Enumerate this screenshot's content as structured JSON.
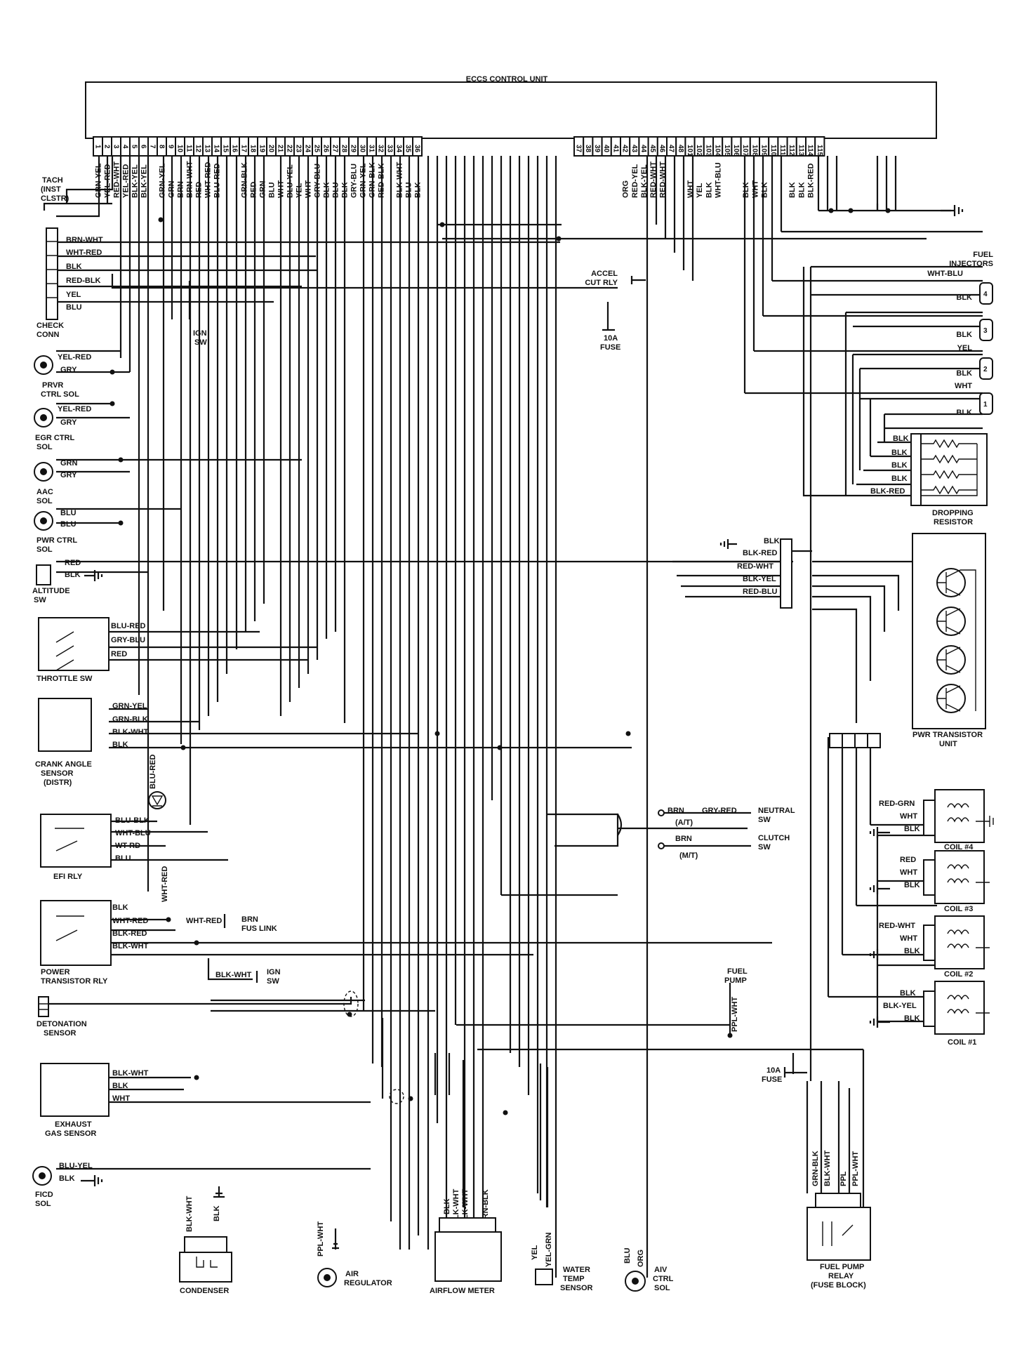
{
  "title": "ECCS CONTROL UNIT",
  "pins_left": [
    "1",
    "2",
    "3",
    "4",
    "5",
    "6",
    "7",
    "8",
    "9",
    "10",
    "11",
    "12",
    "13",
    "14",
    "15",
    "16",
    "17",
    "18",
    "19",
    "20",
    "21",
    "22",
    "23",
    "24",
    "25",
    "26",
    "27",
    "28",
    "29",
    "30",
    "31",
    "32",
    "33",
    "34",
    "35",
    "36"
  ],
  "pins_right": [
    "37",
    "38",
    "39",
    "40",
    "41",
    "42",
    "43",
    "44",
    "45",
    "46",
    "47",
    "48",
    "101",
    "102",
    "103",
    "104",
    "105",
    "106",
    "107",
    "108",
    "109",
    "110",
    "111",
    "112",
    "113",
    "114",
    "115"
  ],
  "wires_top": [
    {
      "pin": "1",
      "label": "GRN-YEL"
    },
    {
      "pin": "2",
      "label": "YEL-RED"
    },
    {
      "pin": "3",
      "label": "RED-WHT"
    },
    {
      "pin": "4",
      "label": "YEL-RED"
    },
    {
      "pin": "5",
      "label": "BLK-YEL"
    },
    {
      "pin": "6",
      "label": "BLK-YEL"
    },
    {
      "pin": "8",
      "label": "GRN-YEL"
    },
    {
      "pin": "9",
      "label": "GRN"
    },
    {
      "pin": "10",
      "label": "BRN"
    },
    {
      "pin": "11",
      "label": "BRN-WHT"
    },
    {
      "pin": "12",
      "label": "RED"
    },
    {
      "pin": "13",
      "label": "WHT-RED"
    },
    {
      "pin": "14",
      "label": "BLU-RED"
    },
    {
      "pin": "17",
      "label": "GRN-BLK"
    },
    {
      "pin": "18",
      "label": "RED"
    },
    {
      "pin": "19",
      "label": "GRN"
    },
    {
      "pin": "20",
      "label": "BLU"
    },
    {
      "pin": "21",
      "label": "WHT"
    },
    {
      "pin": "22",
      "label": "BLU-YEL"
    },
    {
      "pin": "23",
      "label": "YEL"
    },
    {
      "pin": "24",
      "label": "WHT"
    },
    {
      "pin": "25",
      "label": "GRY-BLU"
    },
    {
      "pin": "26",
      "label": "BLK"
    },
    {
      "pin": "27",
      "label": "BLU"
    },
    {
      "pin": "28",
      "label": "BLK"
    },
    {
      "pin": "29",
      "label": "GRY-BLU"
    },
    {
      "pin": "30",
      "label": "GRN-YEL"
    },
    {
      "pin": "31",
      "label": "GRN-BLK"
    },
    {
      "pin": "32",
      "label": "RED-BLK"
    },
    {
      "pin": "34",
      "label": "BLK-WHT"
    },
    {
      "pin": "35",
      "label": "BLU"
    },
    {
      "pin": "36",
      "label": "BLK"
    },
    {
      "pin": "42",
      "label": "ORG"
    },
    {
      "pin": "43",
      "label": "RED-YEL"
    },
    {
      "pin": "44",
      "label": "BLK-YEL"
    },
    {
      "pin": "45",
      "label": "RED-WHT"
    },
    {
      "pin": "46",
      "label": "RED-WHT"
    },
    {
      "pin": "101",
      "label": "WHT"
    },
    {
      "pin": "102",
      "label": "YEL"
    },
    {
      "pin": "103",
      "label": "BLK"
    },
    {
      "pin": "104",
      "label": "WHT-BLU"
    },
    {
      "pin": "107",
      "label": "BLK"
    },
    {
      "pin": "108",
      "label": "WHT"
    },
    {
      "pin": "109",
      "label": "BLK"
    },
    {
      "pin": "112",
      "label": "BLK"
    },
    {
      "pin": "113",
      "label": "BLK"
    },
    {
      "pin": "114",
      "label": "BLK-RED"
    }
  ],
  "components": {
    "tach": "TACH\n(INST\nCLSTR)",
    "check_conn": "CHECK\nCONN",
    "ign_sw_top": "IGN\nSW",
    "accel_cut_rly": "ACCEL\nCUT RLY",
    "fuse_top": "10A\nFUSE",
    "prvr_ctrl_sol": "PRVR\nCTRL SOL",
    "egr_ctrl_sol": "EGR CTRL\nSOL",
    "aac_sol": "AAC\nSOL",
    "pwr_ctrl_sol": "PWR CTRL\nSOL",
    "altitude_sw": "ALTITUDE\nSW",
    "throttle_sw": "THROTTLE SW",
    "crank_angle_sensor": "CRANK ANGLE\nSENSOR\n(DISTR)",
    "efi_rly": "EFI RLY",
    "power_transistor_rly": "POWER\nTRANSISTOR RLY",
    "fus_link": "BRN\nFUS LINK",
    "ign_sw_bottom": "IGN\nSW",
    "detonation_sensor": "DETONATION\nSENSOR",
    "exhaust_gas_sensor": "EXHAUST\nGAS SENSOR",
    "ficd_sol": "FICD\nSOL",
    "condenser": "CONDENSER",
    "air_regulator": "AIR\nREGULATOR",
    "airflow_meter": "AIRFLOW METER",
    "water_temp_sensor": "WATER\nTEMP\nSENSOR",
    "aiv_ctrl_sol": "AIV\nCTRL\nSOL",
    "fuel_pump_relay": "FUEL PUMP\nRELAY\n(FUSE BLOCK)",
    "fuel_pump": "FUEL\nPUMP",
    "fuse_bottom": "10A\nFUSE",
    "neutral_sw": "NEUTRAL\nSW",
    "clutch_sw": "CLUTCH\nSW",
    "at": "(A/T)",
    "mt": "(M/T)",
    "fuel_injectors": "FUEL\nINJECTORS",
    "dropping_resistor": "DROPPING\nRESISTOR",
    "pwr_transistor_unit": "PWR TRANSISTOR\nUNIT",
    "coil4": "COIL #4",
    "coil3": "COIL #3",
    "coil2": "COIL #2",
    "coil1": "COIL #1"
  },
  "labels": {
    "check_conn_wires": [
      "BRN-WHT",
      "WHT-RED",
      "BLK",
      "RED-BLK",
      "YEL",
      "BLU"
    ],
    "prvr": [
      "YEL-RED",
      "GRY"
    ],
    "egr": [
      "YEL-RED",
      "GRY"
    ],
    "aac": [
      "GRN",
      "GRY"
    ],
    "pwr_ctrl": [
      "BLU",
      "BLU"
    ],
    "altitude": [
      "RED",
      "BLK"
    ],
    "throttle": [
      "BLU-RED",
      "GRY-BLU",
      "RED"
    ],
    "crank": [
      "GRN-YEL",
      "GRN-BLK",
      "BLK-WHT",
      "BLK"
    ],
    "blu_red_vertical": "BLU-RED",
    "efi": [
      "BLU-BLK",
      "WHT-BLU",
      "WT-RD",
      "BLU"
    ],
    "wht_red_vertical": "WHT-RED",
    "ptr": [
      "BLK",
      "WHT-RED",
      "BLK-RED",
      "BLK-WHT"
    ],
    "ptr_wht_red": "WHT-RED",
    "ign_blk_wht": "BLK-WHT",
    "exhaust": [
      "BLK-WHT",
      "BLK",
      "WHT"
    ],
    "ficd": [
      "BLU-YEL",
      "BLK"
    ],
    "condenser_wires": [
      "BLK-WHT",
      "BLK"
    ],
    "air_reg_wire": "PPL-WHT",
    "airflow_wires": [
      "BLK",
      "BLK-WHT",
      "BLK-WHT",
      "GRN-BLK"
    ],
    "water_temp_wires": [
      "YEL",
      "YEL-GRN"
    ],
    "aiv_wires": [
      "BLU",
      "ORG"
    ],
    "fuel_pump_relay_wires": [
      "GRN-BLK",
      "BLK-WHT",
      "PPL",
      "PPL-WHT"
    ],
    "fuel_pump_wire": "PPL-WHT",
    "neutral": [
      "BRN",
      "GRY-RED"
    ],
    "clutch": "BRN",
    "injectors": [
      "WHT-BLU",
      "BLK",
      "BLK",
      "YEL",
      "BLK",
      "WHT",
      "BLK"
    ],
    "injector_nums": [
      "4",
      "3",
      "2",
      "1"
    ],
    "dropping": [
      "BLK",
      "BLK",
      "BLK",
      "BLK",
      "BLK-RED"
    ],
    "pwr_unit_conn": [
      "BLK",
      "BLK-RED",
      "RED-WHT",
      "BLK-YEL",
      "RED-BLU"
    ],
    "coil4_wires": [
      "RED-GRN",
      "WHT",
      "BLK"
    ],
    "coil3_wires": [
      "RED",
      "WHT",
      "BLK"
    ],
    "coil2_wires": [
      "RED-WHT",
      "WHT",
      "BLK"
    ],
    "coil1_wires": [
      "BLK",
      "BLK-YEL",
      "BLK"
    ]
  }
}
